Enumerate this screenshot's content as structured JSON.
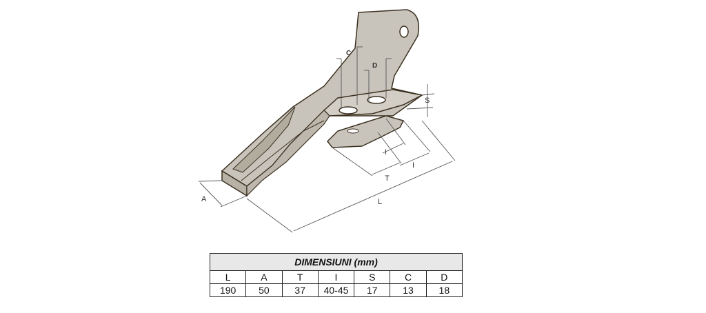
{
  "diagram": {
    "labels": {
      "A": "A",
      "L": "L",
      "T": "T",
      "I1": "I",
      "I2": "I",
      "S": "S",
      "C": "C",
      "D": "D"
    }
  },
  "table": {
    "title": "DIMENSIUNI (mm)",
    "headers": [
      "L",
      "A",
      "T",
      "I",
      "S",
      "C",
      "D"
    ],
    "values": [
      "190",
      "50",
      "37",
      "40-45",
      "17",
      "13",
      "18"
    ]
  },
  "colors": {
    "body_fill": "#c9c4bb",
    "body_shade": "#b7b1a6",
    "outline": "#3b3020",
    "dim_line": "#555555",
    "table_header_bg": "#e8e8e8"
  }
}
